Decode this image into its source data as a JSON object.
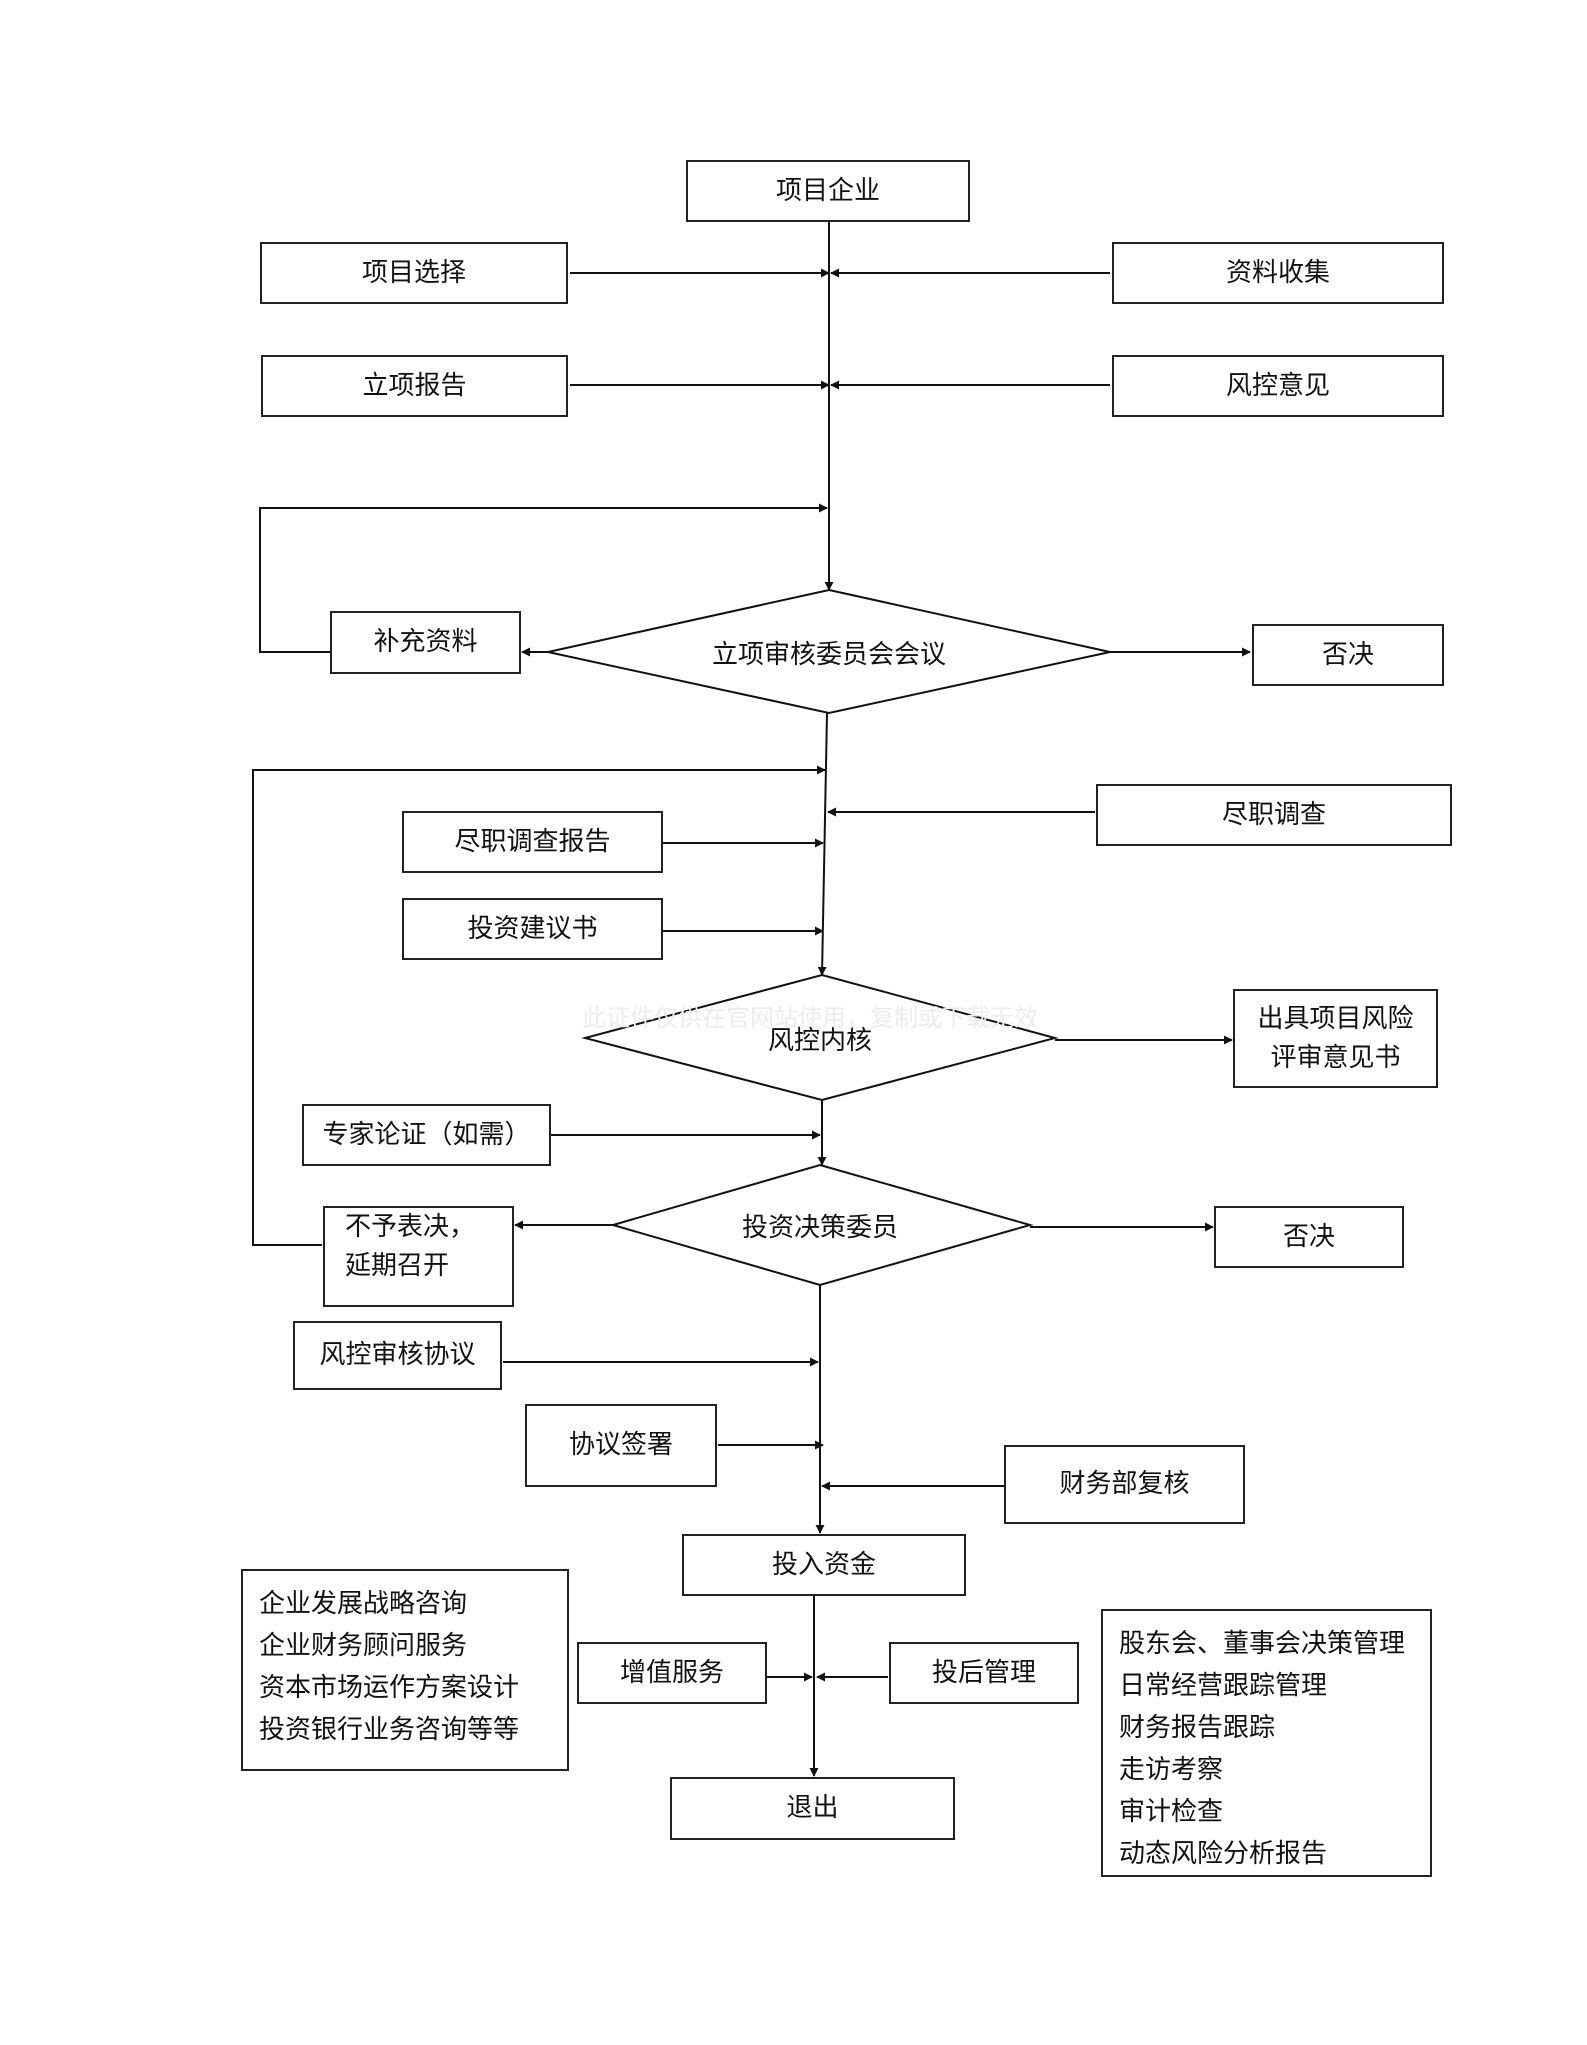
{
  "nodes": {
    "project_company": "项目企业",
    "project_selection": "项目选择",
    "data_collection": "资料收集",
    "project_report": "立项报告",
    "risk_opinion": "风控意见",
    "supplement_data": "补充资料",
    "approval_meeting": "立项审核委员会会议",
    "reject_1": "否决",
    "due_diligence_report": "尽职调查报告",
    "due_diligence": "尽职调查",
    "investment_proposal": "投资建议书",
    "risk_internal_review": "风控内核",
    "risk_opinion_letter": [
      "出具项目风险",
      "评审意见书"
    ],
    "expert_review": "专家论证（如需）",
    "investment_committee": "投资决策委员",
    "postpone": [
      "不予表决，",
      "延期召开"
    ],
    "reject_2": "否决",
    "risk_agreement_review": "风控审核协议",
    "agreement_signing": "协议签署",
    "finance_recheck": "财务部复核",
    "invest_funds": "投入资金",
    "value_added_service": "增值服务",
    "post_investment_mgmt": "投后管理",
    "exit": "退出"
  },
  "value_added_list": [
    "企业发展战略咨询",
    "企业财务顾问服务",
    "资本市场运作方案设计",
    "投资银行业务咨询等等"
  ],
  "post_investment_list": [
    "股东会、董事会决策管理",
    "日常经营跟踪管理",
    "财务报告跟踪",
    "走访考察",
    "审计检查",
    "动态风险分析报告"
  ],
  "watermark": "此证件仅供在官网站使用，复制或下载无效"
}
